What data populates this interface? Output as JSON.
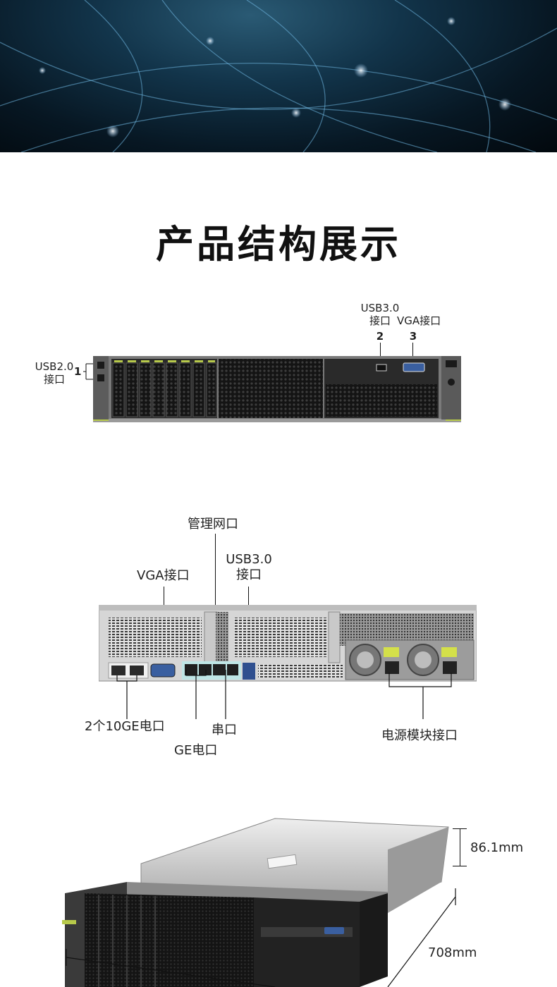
{
  "section": {
    "title": "产品结构展示"
  },
  "front": {
    "usb3_line1": "USB3.0",
    "usb3_line2": "接口",
    "vga": "VGA接口",
    "usb2_line1": "USB2.0",
    "usb2_line2": "接口",
    "num1": "1",
    "num2": "2",
    "num3": "3"
  },
  "rear": {
    "mgmt": "管理网口",
    "vga": "VGA接口",
    "usb3_line1": "USB3.0",
    "usb3_line2": "接口",
    "tenge": "2个10GE电口",
    "ge": "GE电口",
    "serial": "串口",
    "psu": "电源模块接口"
  },
  "dims": {
    "height": "86.1mm",
    "depth": "708mm"
  },
  "colors": {
    "accent_green": "#b7c94a",
    "chassis": "#6f6f6f",
    "panel_black": "#1a1a1a"
  }
}
